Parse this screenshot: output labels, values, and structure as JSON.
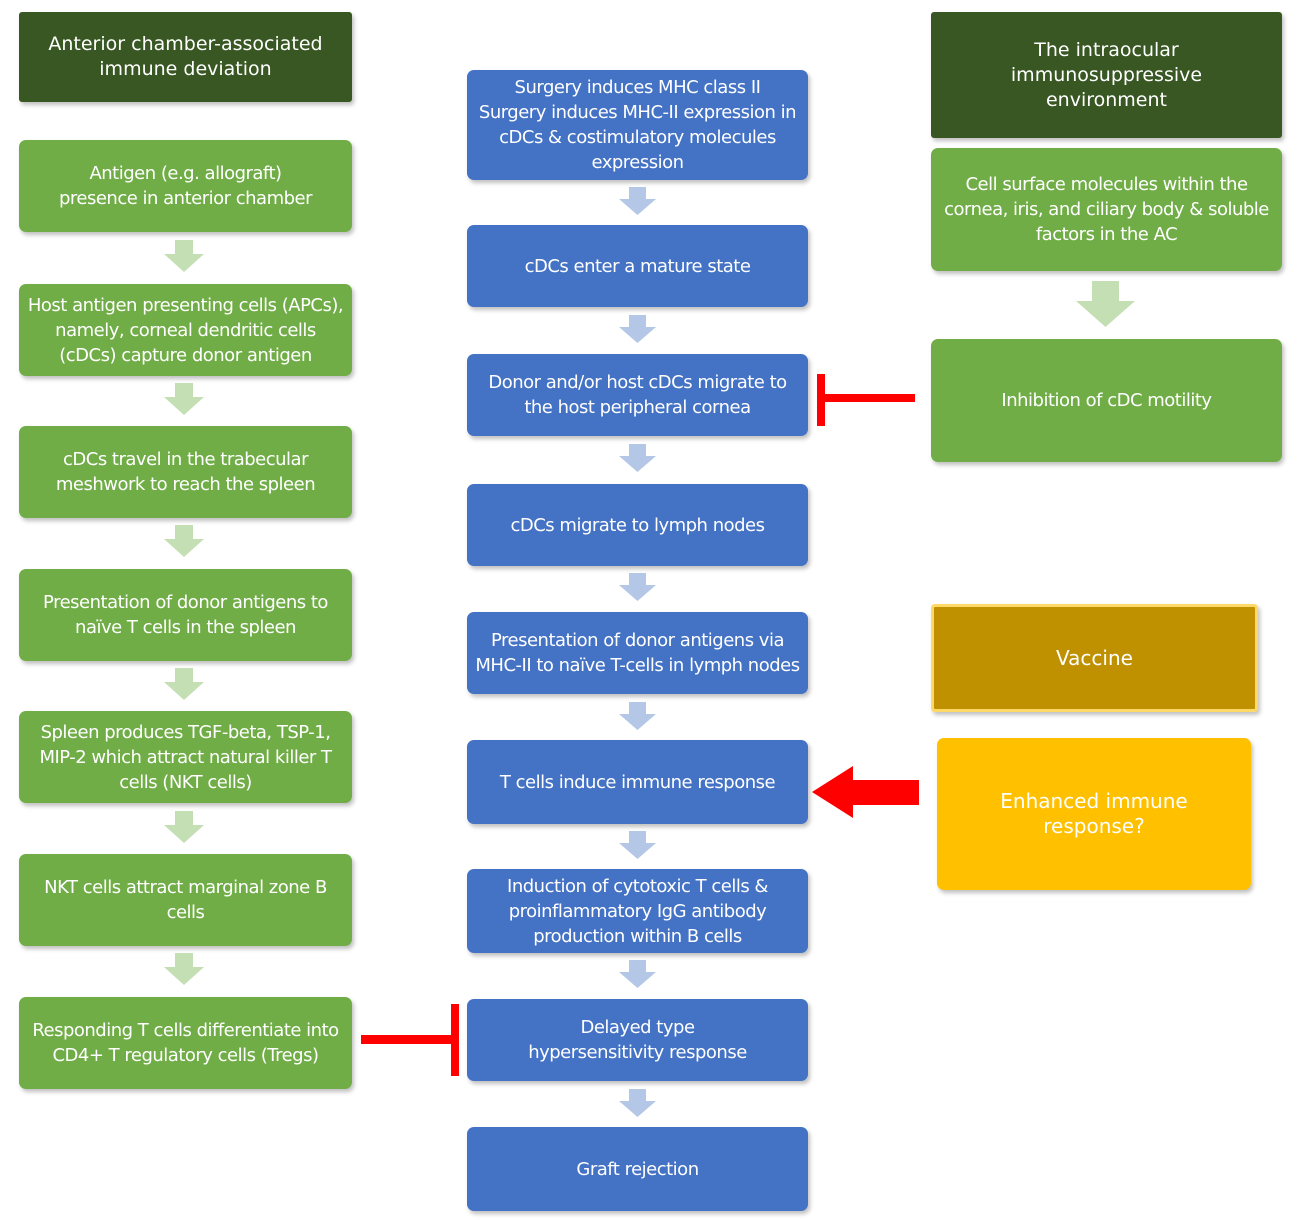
{
  "left_column": {
    "header": "Anterior chamber-associated\nimmune deviation",
    "steps": [
      "Antigen (e.g. allograft) presence in anterior chamber",
      "Host antigen presenting cells (APCs), namely, corneal dendritic cells (cDCs) capture donor antigen",
      "cDCs travel in the trabecular meshwork to reach the spleen",
      "Presentation of donor antigens to naïve T cells in the spleen",
      "Spleen produces TGF-beta, TSP-1, MIP-2 which attract natural killer T cells (NKT cells)",
      "NKT cells attract marginal zone B cells",
      "Responding T cells differentiate into CD4+ T regulatory cells (Tregs)"
    ]
  },
  "center_column": {
    "steps": [
      "Surgery induces MHC class II\nSurgery induces MHC-II expression in cDCs & costimulatory molecules expression",
      "cDCs enter a mature state",
      "Donor and/or host cDCs migrate to the host peripheral cornea",
      "cDCs migrate to lymph nodes",
      "Presentation of donor antigens via MHC-II to naïve T-cells in lymph nodes",
      "T cells induce immune response",
      "Induction of cytotoxic T cells & proinflammatory IgG antibody production within B cells",
      "Delayed type hypersensitivity response",
      "Graft rejection"
    ]
  },
  "right_column": {
    "header": "The intraocular\nimmunosuppressive\nenvironment",
    "molecules": "Cell surface molecules within the cornea, iris, and ciliary body & soluble factors in the AC",
    "inhibition": "Inhibition of cDC motility",
    "vaccine": "Vaccine",
    "enhanced": "Enhanced immune\nresponse?"
  },
  "colors": {
    "green": "#70ad47",
    "dark_green": "#385723",
    "blue": "#4472c4",
    "gold": "#bf9000",
    "yellow": "#ffc000",
    "arrow_green": "#c5dfb5",
    "arrow_blue": "#b4c7e7",
    "red": "#ff0000"
  }
}
